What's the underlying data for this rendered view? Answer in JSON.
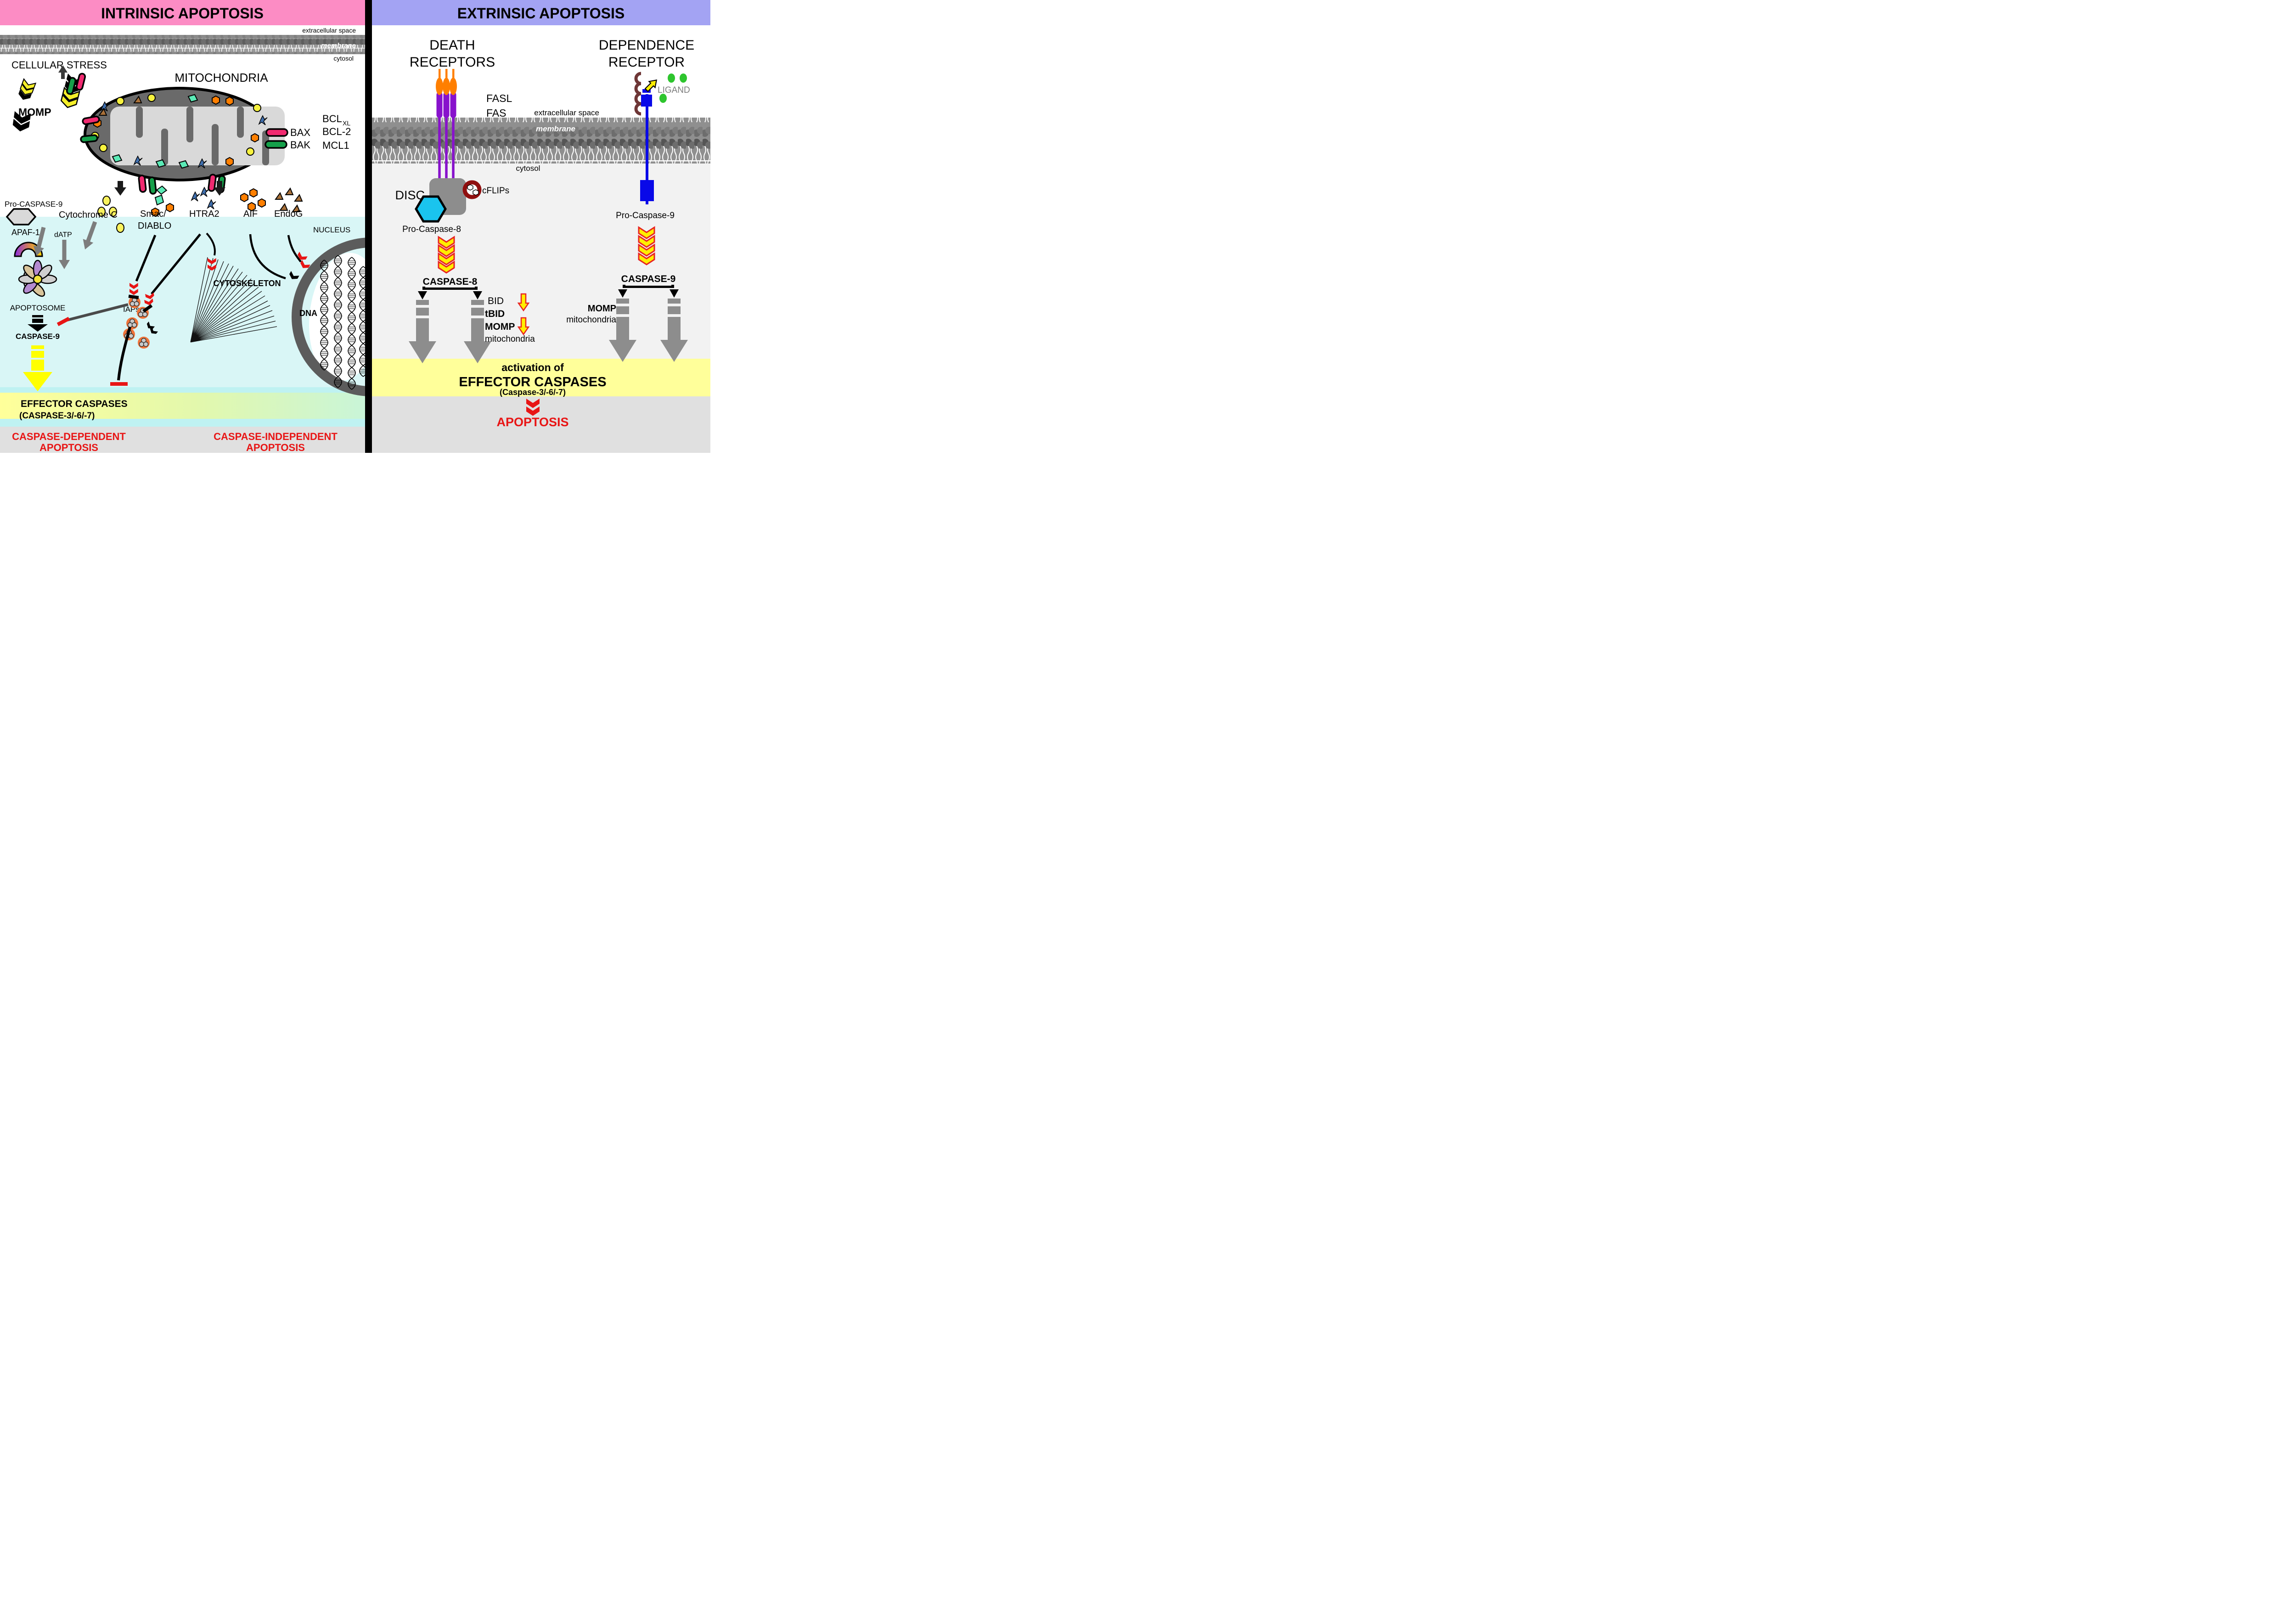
{
  "left": {
    "title": "INTRINSIC APOPTOSIS",
    "extracellular": "extracellular space",
    "membrane": "membrane",
    "cytosol": "cytosol",
    "cellular_stress": "CELLULAR STRESS",
    "momp": "MOMP",
    "mitochondria": "MITOCHONDRIA",
    "bax": "BAX",
    "bak": "BAK",
    "bcl": "BCL",
    "bcl_sub": "XL",
    "bcl2": "BCL-2",
    "mcl1": "MCL1",
    "pro_caspase_9": "Pro-CASPASE-9",
    "cytochrome_c": "Cytochrome C",
    "smac_line1": "Smac/",
    "smac_line2": "DIABLO",
    "htra2": "HTRA2",
    "aif": "AIF",
    "endog": "EndoG",
    "apaf1": "APAF-1",
    "datp": "dATP",
    "nucleus": "NUCLEUS",
    "dna": "DNA",
    "apoptosome": "APOPTOSOME",
    "caspase_9": "CASPASE-9",
    "iaps": "IAPs",
    "cytoskeleton": "CYTOSKELETON",
    "effector_line1": "EFFECTOR CASPASES",
    "effector_line2": "(CASPASE-3/-6/-7)",
    "dependent_line1": "CASPASE-DEPENDENT",
    "dependent_line2": "APOPTOSIS",
    "independent_line1": "CASPASE-INDEPENDENT",
    "independent_line2": "APOPTOSIS"
  },
  "right": {
    "title": "EXTRINSIC APOPTOSIS",
    "death_line1": "DEATH",
    "death_line2": "RECEPTORS",
    "dependence_line1": "DEPENDENCE",
    "dependence_line2": "RECEPTOR",
    "fasl": "FASL",
    "fas": "FAS",
    "ligand": "LIGAND",
    "extracellular": "extracellular space",
    "membrane": "membrane",
    "cytosol": "cytosol",
    "disc": "DISC",
    "cflips": "cFLIPs",
    "pro_caspase_8": "Pro-Caspase-8",
    "caspase_8": "CASPASE-8",
    "bid": "BID",
    "tbid": "tBID",
    "momp": "MOMP",
    "mitochondria_1": "mitochondria",
    "pro_caspase_9": "Pro-Caspase-9",
    "caspase_9": "CASPASE-9",
    "momp2": "MOMP",
    "mitochondria_2": "mitochondria",
    "activation_line1": "activation of",
    "activation_line2": "EFFECTOR CASPASES",
    "activation_line3": "(Caspase-3/-6/-7)",
    "apoptosis": "APOPTOSIS"
  },
  "colors": {
    "pink_header": "#fc8cc4",
    "lavender_header": "#a3a3f3",
    "cytosol_cyan": "#d9f6f6",
    "effector_band_yellow": "#ffff9a",
    "bottom_band_gray": "#e0e0e0",
    "red_text": "#e81515",
    "mito_gray": "#6a6a6a",
    "cristae_gray": "#d9d9d9",
    "bax_pink": "#f02a70",
    "bak_green": "#15a04a",
    "fasl_orange": "#ff7f00",
    "fas_purple": "#8812cc",
    "disc_gray": "#8d8d8d",
    "pro_caspase8_cyan": "#1ac4ee",
    "cflips_dark_red": "#8f0f0f",
    "dependence_blue": "#0909e8",
    "ligand_green": "#2ec52e",
    "chevron_yellow": "#ffee00",
    "chevron_red_outline": "#e82222",
    "arrow_gray": "#8d8d8d",
    "caspase9_arrow_yellow": "#ffff00"
  }
}
